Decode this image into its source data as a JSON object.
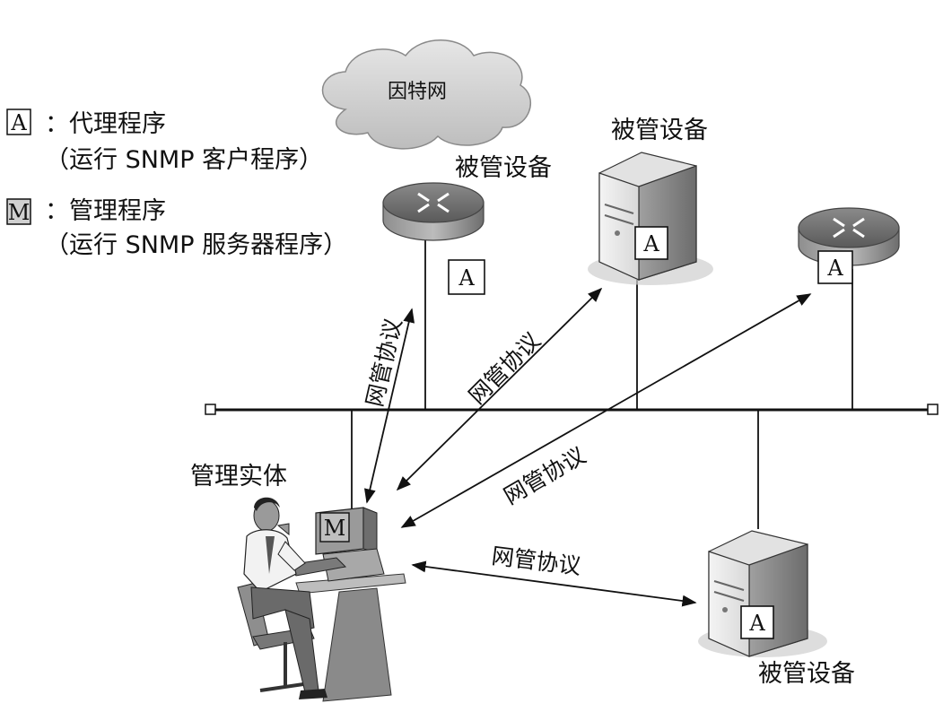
{
  "legend": {
    "agent_box": "A",
    "agent_title": "：代理程序",
    "agent_desc": "（运行 SNMP 客户程序）",
    "manager_box": "M",
    "manager_title": "：管理程序",
    "manager_desc": "（运行 SNMP 服务器程序）"
  },
  "cloud": {
    "label": "因特网"
  },
  "devices": {
    "router_left": {
      "label": "被管设备",
      "agent": "A"
    },
    "server_top": {
      "label": "被管设备",
      "agent": "A"
    },
    "router_right": {
      "agent": "A"
    },
    "server_bottom": {
      "label": "被管设备",
      "agent": "A"
    }
  },
  "manager": {
    "label": "管理实体",
    "screen": "M"
  },
  "protocol": {
    "arrow_1": "网管协议",
    "arrow_2": "网管协议",
    "arrow_3": "网管协议",
    "arrow_4": "网管协议"
  }
}
